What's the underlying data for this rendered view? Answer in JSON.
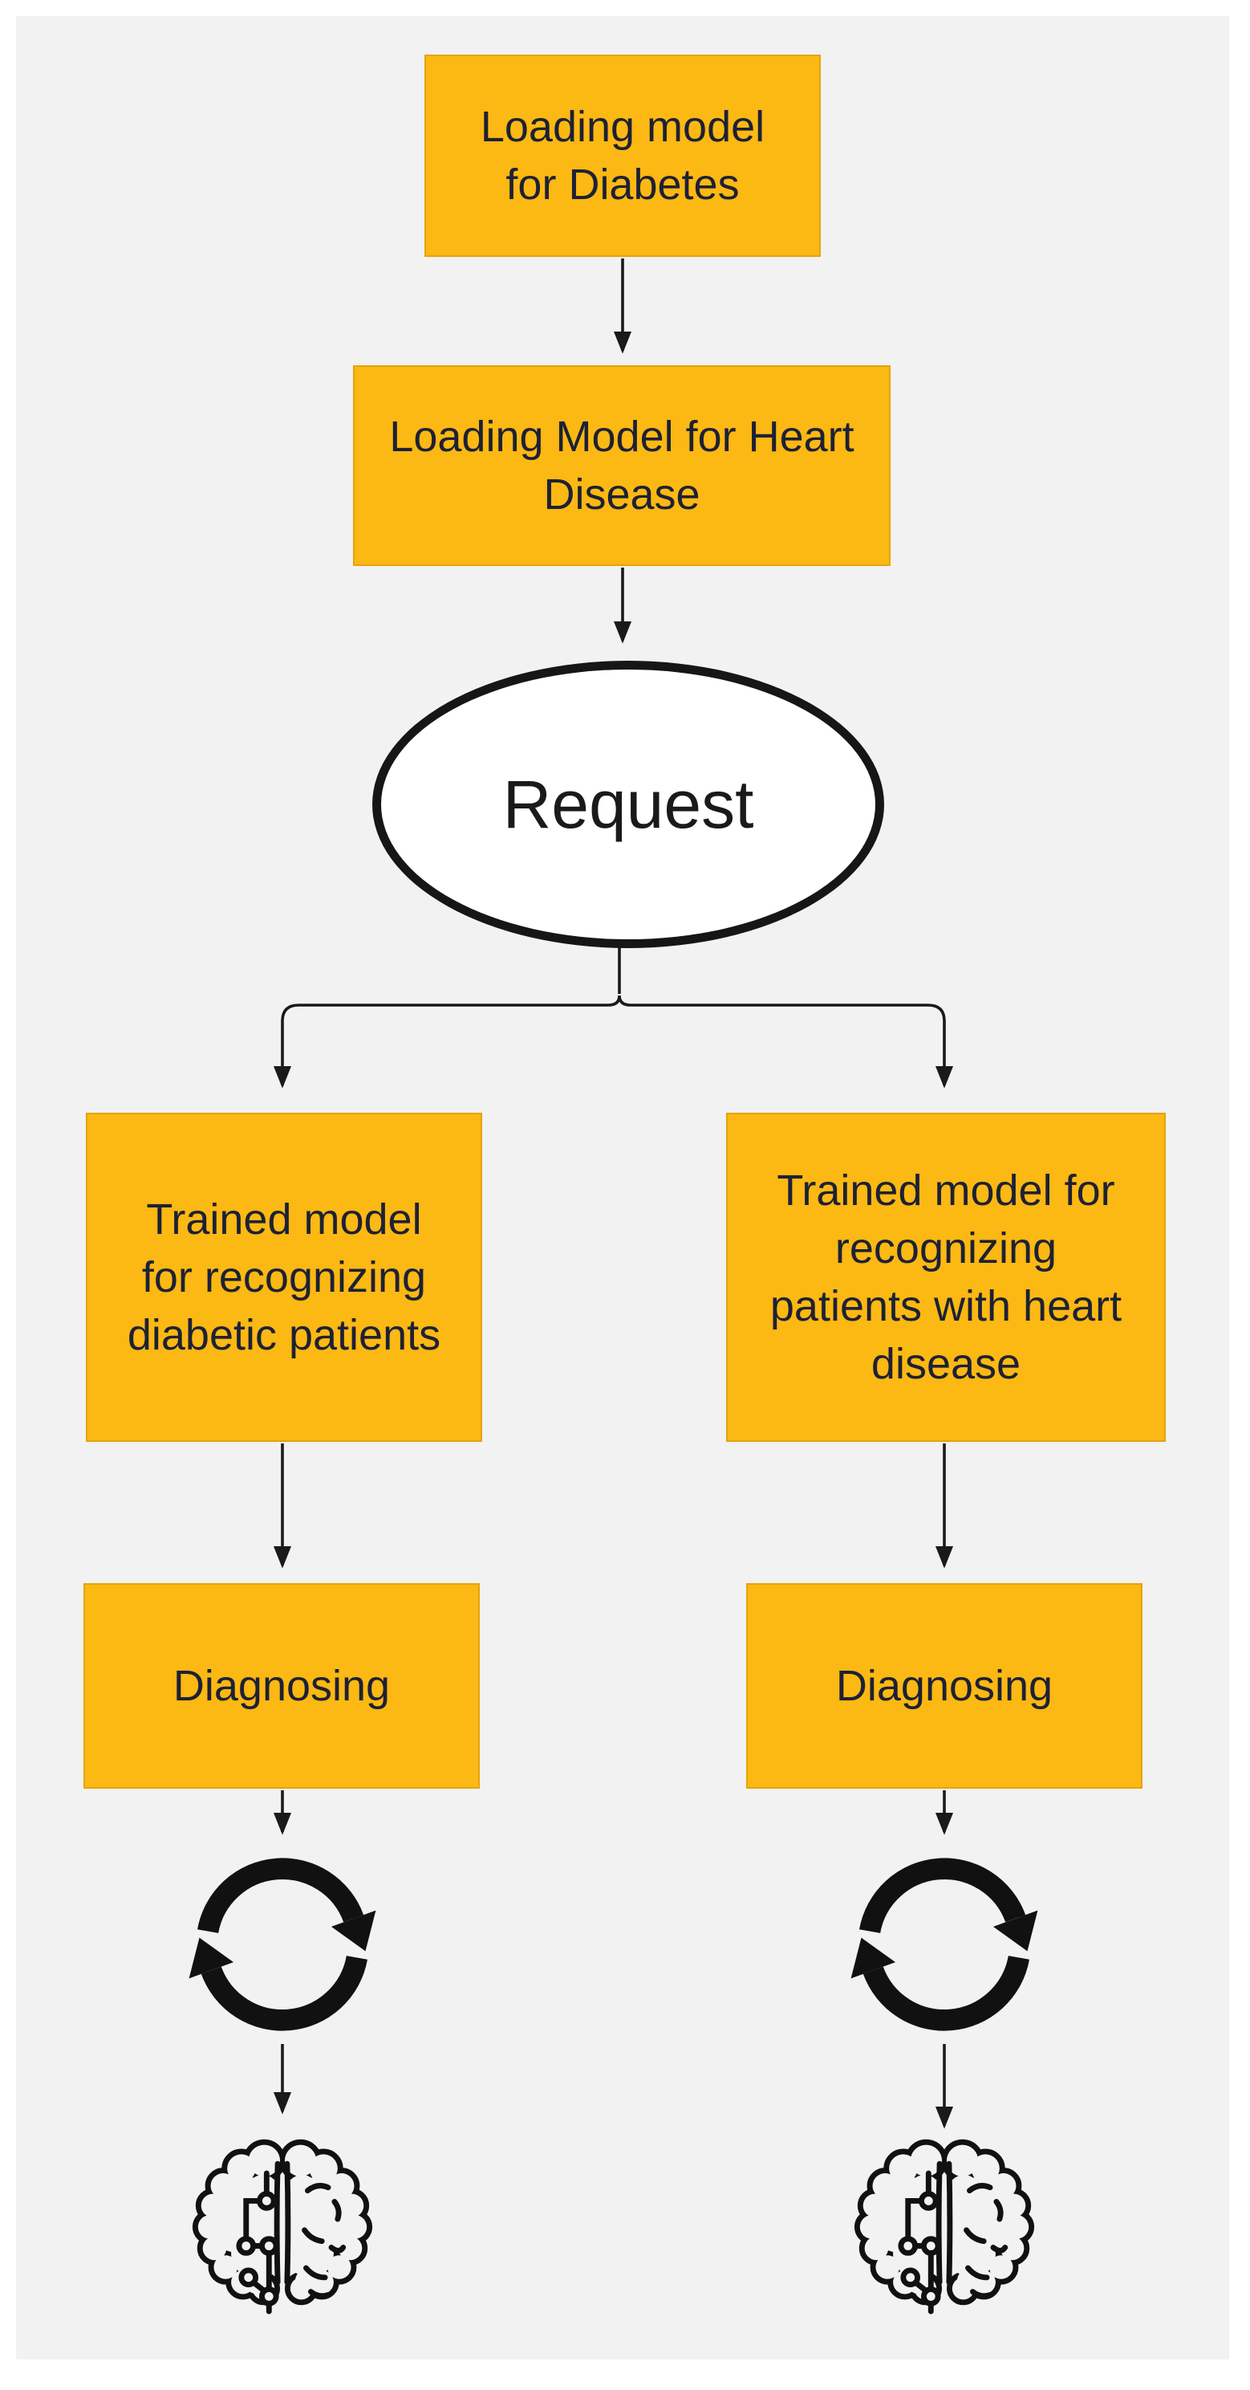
{
  "diagram": {
    "type": "flowchart",
    "palette": {
      "page_background": "#ffffff",
      "canvas_background": "#f2f2f2",
      "node_fill": "#fcb813",
      "node_text": "#1d2135",
      "ellipse_fill": "#ffffff",
      "ellipse_border": "#161616",
      "line_color": "#1a1a1a"
    },
    "nodes": {
      "loading_diabetes": {
        "shape": "rectangle",
        "label": "Loading model\nfor Diabetes"
      },
      "loading_heart": {
        "shape": "rectangle",
        "label": "Loading Model for Heart\nDisease"
      },
      "request": {
        "shape": "ellipse",
        "label": "Request"
      },
      "trained_diabetic": {
        "shape": "rectangle",
        "label": "Trained model\nfor recognizing\ndiabetic patients"
      },
      "trained_heart": {
        "shape": "rectangle",
        "label": "Trained model for\nrecognizing\npatients with heart\ndisease"
      },
      "diagnosing_left": {
        "shape": "rectangle",
        "label": "Diagnosing"
      },
      "diagnosing_right": {
        "shape": "rectangle",
        "label": "Diagnosing"
      }
    },
    "icons": {
      "sync_left": "sync-icon",
      "sync_right": "sync-icon",
      "brain_left": "brain-circuit-icon",
      "brain_right": "brain-circuit-icon"
    },
    "edges": [
      "loading_diabetes -> loading_heart",
      "loading_heart -> request",
      "request -> trained_diabetic",
      "request -> trained_heart",
      "trained_diabetic -> diagnosing_left",
      "trained_heart -> diagnosing_right",
      "diagnosing_left -> sync_left",
      "diagnosing_right -> sync_right",
      "sync_left -> brain_left",
      "sync_right -> brain_right"
    ]
  }
}
